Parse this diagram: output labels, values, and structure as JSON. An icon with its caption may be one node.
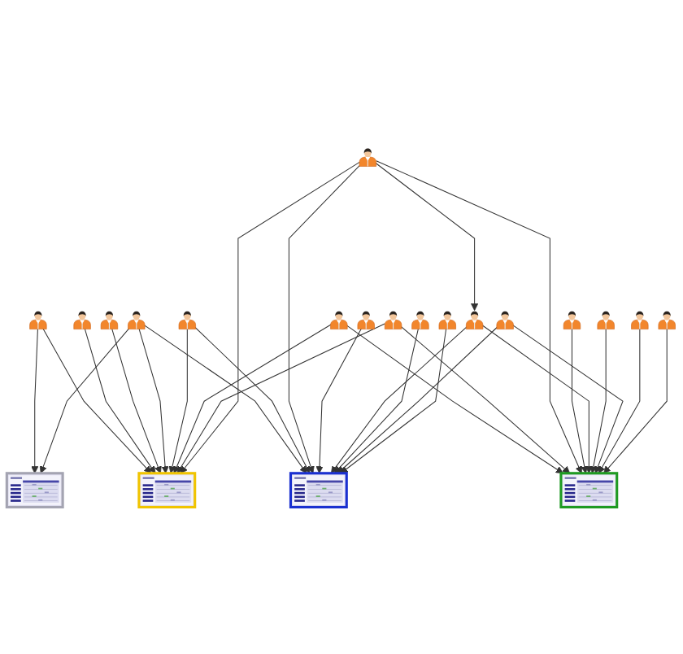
{
  "diagram": {
    "nodes": [
      {
        "text": [],
        "shape": "person"
      },
      {
        "text": [],
        "shape": "person"
      },
      {
        "text": [],
        "shape": "person"
      },
      {
        "text": [],
        "shape": "picture"
      },
      {
        "text": [],
        "shape": "picture"
      },
      {
        "text": [],
        "shape": "person"
      },
      {
        "text": [],
        "shape": "person"
      },
      {
        "text": [],
        "shape": "person"
      },
      {
        "text": [],
        "shape": "person"
      },
      {
        "text": [],
        "shape": "person"
      },
      {
        "text": [],
        "shape": "person"
      },
      {
        "text": [],
        "shape": "person"
      },
      {
        "text": [],
        "shape": "picture"
      },
      {
        "text": [],
        "shape": "picture"
      },
      {
        "text": [],
        "shape": "person"
      },
      {
        "text": [],
        "shape": "person"
      },
      {
        "text": [],
        "shape": "person"
      },
      {
        "text": [],
        "shape": "person"
      },
      {
        "text": [],
        "shape": "person"
      },
      {
        "text": [],
        "shape": "person"
      },
      {
        "text": [],
        "shape": "person"
      }
    ],
    "edges": [
      {
        "from": 0,
        "to": 3,
        "arrow": "to"
      },
      {
        "from": 0,
        "to": 4,
        "arrow": "to"
      },
      {
        "from": 1,
        "to": 4,
        "arrow": "to"
      },
      {
        "from": 2,
        "to": 4,
        "arrow": "to"
      },
      {
        "from": 5,
        "to": 3,
        "arrow": "to"
      },
      {
        "from": 5,
        "to": 4,
        "arrow": "to"
      },
      {
        "from": 5,
        "to": 12,
        "arrow": "to"
      },
      {
        "from": 6,
        "to": 4,
        "arrow": "to"
      },
      {
        "from": 6,
        "to": 12,
        "arrow": "to"
      },
      {
        "from": 7,
        "to": 4,
        "arrow": "to"
      },
      {
        "from": 7,
        "to": 13,
        "arrow": "to"
      },
      {
        "from": 8,
        "to": 4,
        "arrow": "to"
      },
      {
        "from": 8,
        "to": 13,
        "arrow": "to"
      },
      {
        "from": 9,
        "to": 4,
        "arrow": "to"
      },
      {
        "from": 9,
        "to": 12,
        "arrow": "to"
      },
      {
        "from": 9,
        "to": 13,
        "arrow": "to"
      },
      {
        "from": 9,
        "to": 14,
        "arrow": "to"
      },
      {
        "from": 10,
        "to": 13,
        "arrow": "to"
      },
      {
        "from": 11,
        "to": 12,
        "arrow": "to"
      },
      {
        "from": 14,
        "to": 12,
        "arrow": "to"
      },
      {
        "from": 14,
        "to": 13,
        "arrow": "to"
      },
      {
        "from": 15,
        "to": 13,
        "arrow": "to"
      },
      {
        "from": 16,
        "to": 12,
        "arrow": "to"
      },
      {
        "from": 17,
        "to": 12,
        "arrow": "to"
      },
      {
        "from": 17,
        "to": 13,
        "arrow": "to"
      },
      {
        "from": 18,
        "to": 13,
        "arrow": "to"
      },
      {
        "from": 19,
        "to": 12,
        "arrow": "to"
      },
      {
        "from": 20,
        "to": 13,
        "arrow": "to"
      }
    ]
  }
}
